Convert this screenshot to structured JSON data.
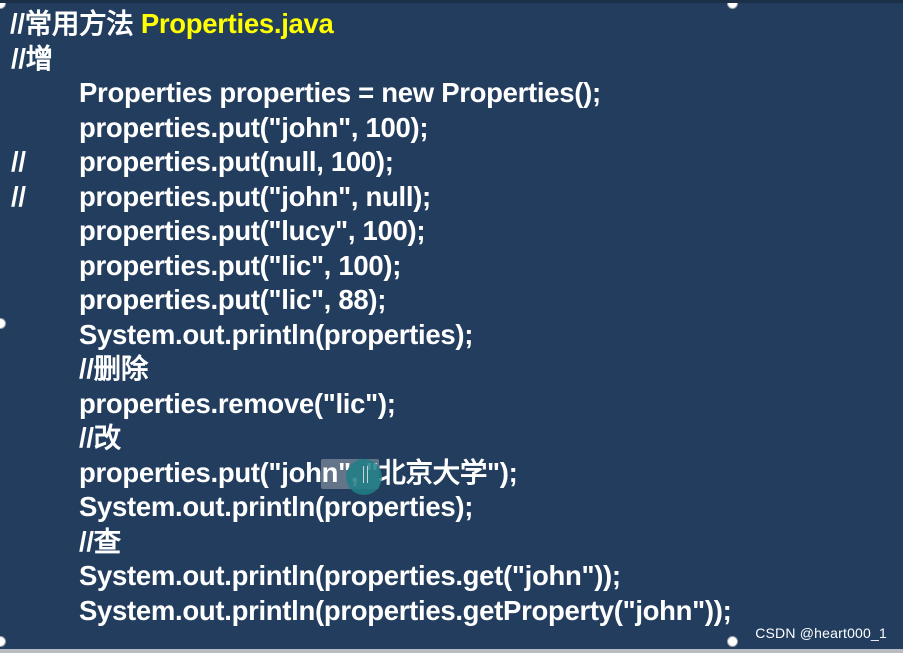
{
  "slide": {
    "title_comment": "//常用方法",
    "title_file": "Properties.java",
    "lines": [
      {
        "prefix": "//增",
        "text": ""
      },
      {
        "prefix": "",
        "text": "Properties properties = new Properties();"
      },
      {
        "prefix": "",
        "text": "properties.put(\"john\", 100);"
      },
      {
        "prefix": "//",
        "text": "properties.put(null, 100);"
      },
      {
        "prefix": "//",
        "text": "properties.put(\"john\", null);"
      },
      {
        "prefix": "",
        "text": "properties.put(\"lucy\", 100);"
      },
      {
        "prefix": "",
        "text": "properties.put(\"lic\", 100);"
      },
      {
        "prefix": "",
        "text": "properties.put(\"lic\", 88);"
      },
      {
        "prefix": "",
        "text": "System.out.println(properties);"
      },
      {
        "prefix": "",
        "text": "//删除"
      },
      {
        "prefix": "",
        "text": "properties.remove(\"lic\");"
      },
      {
        "prefix": "",
        "text": "//改"
      },
      {
        "prefix": "",
        "text": "properties.put(\"john\", \"北京大学\");"
      },
      {
        "prefix": "",
        "text": "System.out.println(properties);"
      },
      {
        "prefix": "",
        "text": "//查"
      },
      {
        "prefix": "",
        "text": "System.out.println(properties.get(\"john\"));"
      },
      {
        "prefix": "",
        "text": "System.out.println(properties.getProperty(\"john\"));"
      }
    ]
  },
  "watermark": "CSDN @heart000_1",
  "colors": {
    "background": "#223d5e",
    "code_text": "#ffffff",
    "title_highlight": "#ffff00"
  },
  "icons": {
    "cursor": "text-cursor-icon",
    "handle": "resize-handle-icon"
  }
}
